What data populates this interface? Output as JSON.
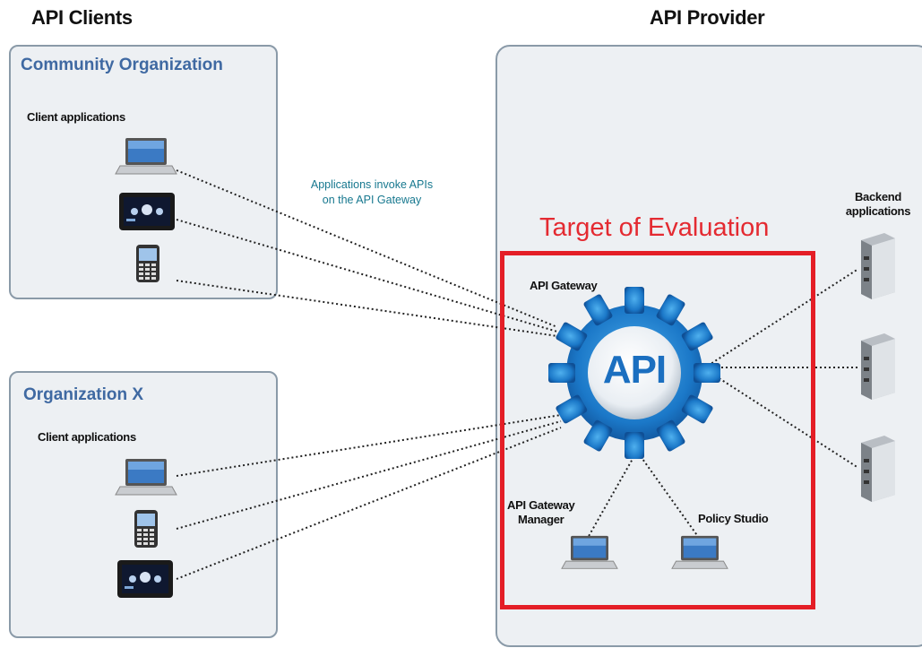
{
  "headers": {
    "clients": "API Clients",
    "provider": "API Provider"
  },
  "community_org": {
    "title": "Community Organization",
    "client_apps_label": "Client applications",
    "devices": [
      "laptop-icon",
      "tablet-icon",
      "phone-icon"
    ]
  },
  "org_x": {
    "title": "Organization X",
    "client_apps_label": "Client applications",
    "devices": [
      "laptop-icon",
      "phone-icon",
      "tablet-icon"
    ]
  },
  "invoke_note": {
    "line1": "Applications invoke APIs",
    "line2": "on the API Gateway"
  },
  "target_of_evaluation": "Target of Evaluation",
  "gateway": {
    "label": "API Gateway",
    "center_text": "API"
  },
  "manager": {
    "line1": "API Gateway",
    "line2": "Manager"
  },
  "policy_studio": "Policy Studio",
  "backend": {
    "line1": "Backend",
    "line2": "applications",
    "servers": [
      "server-icon",
      "server-icon",
      "server-icon"
    ]
  },
  "colors": {
    "panel_fill": "#edf0f3",
    "panel_border": "#8a9aa8",
    "org_title": "#3f69a2",
    "note_text": "#17788f",
    "toe_red": "#e41e26",
    "gear_blue": "#1b78c8"
  }
}
